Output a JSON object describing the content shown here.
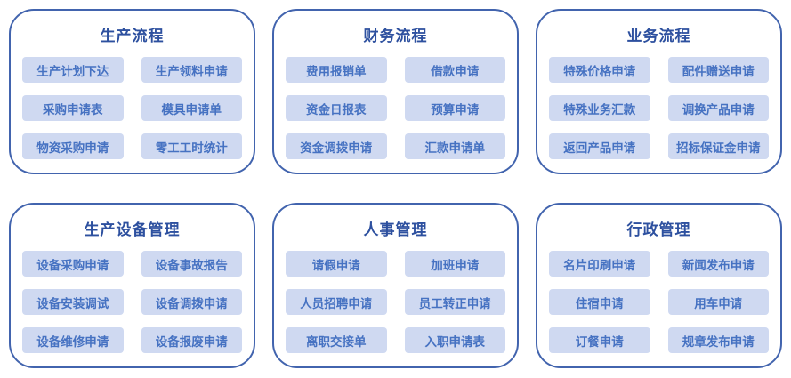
{
  "page": {
    "background": "#ffffff"
  },
  "colors": {
    "panel_border": "#4264ae",
    "title_text": "#2d509f",
    "chip_background": "#cfd9f1",
    "chip_text": "#4672c2"
  },
  "panels": [
    {
      "id": "production-flow",
      "title": "生产流程",
      "items": [
        "生产计划下达",
        "生产领料申请",
        "采购申请表",
        "模具申请单",
        "物资采购申请",
        "零工工时统计"
      ]
    },
    {
      "id": "finance-flow",
      "title": "财务流程",
      "items": [
        "费用报销单",
        "借款申请",
        "资金日报表",
        "预算申请",
        "资金调拨申请",
        "汇款申请单"
      ]
    },
    {
      "id": "business-flow",
      "title": "业务流程",
      "items": [
        "特殊价格申请",
        "配件赠送申请",
        "特殊业务汇款",
        "调换产品申请",
        "返回产品申请",
        "招标保证金申请"
      ]
    },
    {
      "id": "equipment-management",
      "title": "生产设备管理",
      "items": [
        "设备采购申请",
        "设备事故报告",
        "设备安装调试",
        "设备调拨申请",
        "设备维修申请",
        "设备报废申请"
      ]
    },
    {
      "id": "hr-management",
      "title": "人事管理",
      "items": [
        "请假申请",
        "加班申请",
        "人员招聘申请",
        "员工转正申请",
        "离职交接单",
        "入职申请表"
      ]
    },
    {
      "id": "admin-management",
      "title": "行政管理",
      "items": [
        "名片印刷申请",
        "新闻发布申请",
        "住宿申请",
        "用车申请",
        "订餐申请",
        "规章发布申请"
      ]
    }
  ]
}
